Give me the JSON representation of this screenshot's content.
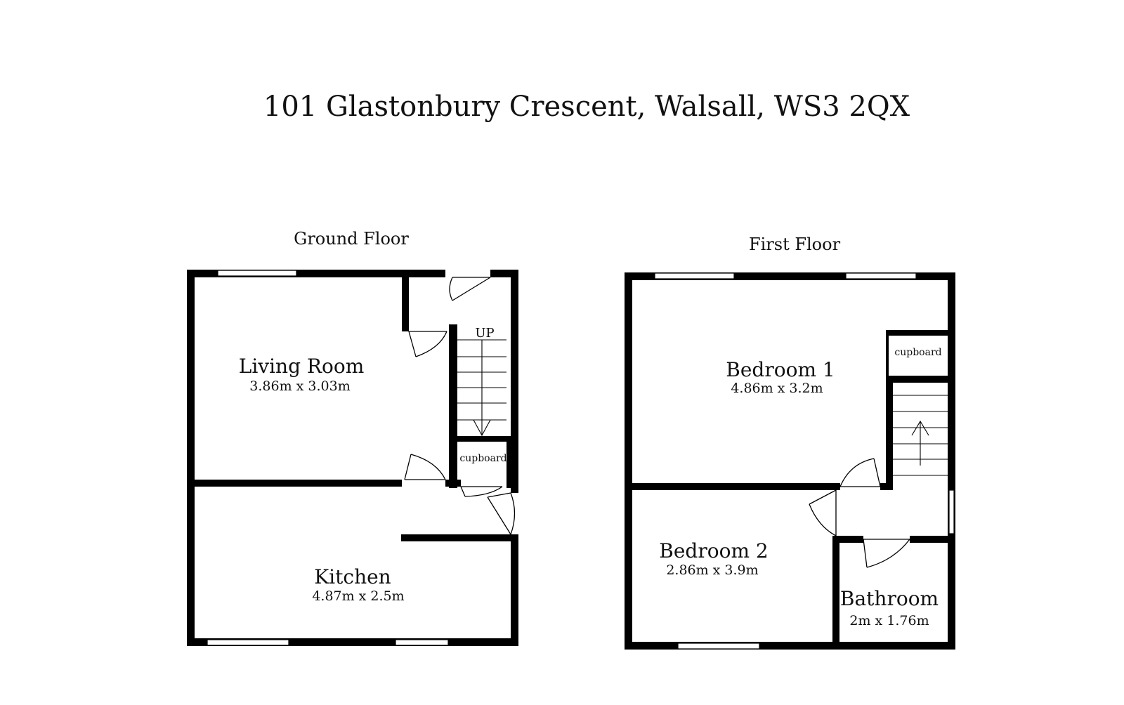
{
  "title": "101 Glastonbury Crescent, Walsall, WS3 2QX",
  "ground_floor": {
    "label": "Ground Floor",
    "stairs_label": "UP",
    "cupboard_label": "cupboard",
    "rooms": [
      {
        "name": "Living Room",
        "size": "3.86m x 3.03m"
      },
      {
        "name": "Kitchen",
        "size": "4.87m x 2.5m"
      }
    ]
  },
  "first_floor": {
    "label": "First Floor",
    "cupboard_label": "cupboard",
    "rooms": [
      {
        "name": "Bedroom 1",
        "size": "4.86m x 3.2m"
      },
      {
        "name": "Bedroom 2",
        "size": "2.86m x 3.9m"
      },
      {
        "name": "Bathroom",
        "size": "2m x 1.76m"
      }
    ]
  }
}
